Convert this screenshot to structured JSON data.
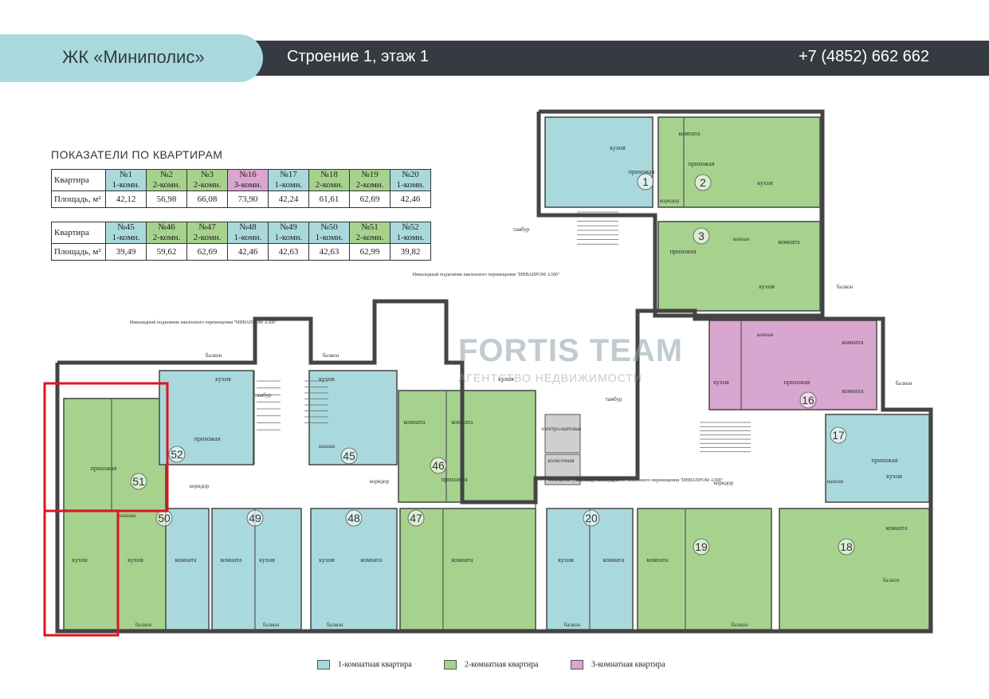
{
  "header": {
    "complex": "ЖК «Миниполис»",
    "building": "Строение 1, этаж 1",
    "phone": "+7 (4852) 662 662"
  },
  "table_title": "ПОКАЗАТЕЛИ ПО КВАРТИРАМ",
  "row_labels": {
    "apartment": "Квартира",
    "area": "Площадь, м²"
  },
  "table1": [
    {
      "num": "№1",
      "type": "1-комн.",
      "area": "42,12",
      "rooms": 1
    },
    {
      "num": "№2",
      "type": "2-комн.",
      "area": "56,98",
      "rooms": 2
    },
    {
      "num": "№3",
      "type": "2-комн.",
      "area": "66,08",
      "rooms": 2
    },
    {
      "num": "№16",
      "type": "3-комн.",
      "area": "73,90",
      "rooms": 3
    },
    {
      "num": "№17",
      "type": "1-комн.",
      "area": "42,24",
      "rooms": 1
    },
    {
      "num": "№18",
      "type": "2-комн.",
      "area": "61,61",
      "rooms": 2
    },
    {
      "num": "№19",
      "type": "2-комн.",
      "area": "62,69",
      "rooms": 2
    },
    {
      "num": "№20",
      "type": "1-комн.",
      "area": "42,46",
      "rooms": 1
    }
  ],
  "table2": [
    {
      "num": "№45",
      "type": "1-комн.",
      "area": "39,49",
      "rooms": 1
    },
    {
      "num": "№46",
      "type": "2-комн.",
      "area": "59,62",
      "rooms": 2
    },
    {
      "num": "№47",
      "type": "2-комн.",
      "area": "62,69",
      "rooms": 2
    },
    {
      "num": "№48",
      "type": "1-комн.",
      "area": "42,46",
      "rooms": 1
    },
    {
      "num": "№49",
      "type": "1-комн.",
      "area": "42,63",
      "rooms": 1
    },
    {
      "num": "№50",
      "type": "1-комн.",
      "area": "42,63",
      "rooms": 1
    },
    {
      "num": "№51",
      "type": "2-комн.",
      "area": "62,99",
      "rooms": 2
    },
    {
      "num": "№52",
      "type": "1-комн.",
      "area": "39,82",
      "rooms": 1
    }
  ],
  "colors": {
    "one_room": "#a9d9dc",
    "two_room": "#a6d28e",
    "three_room": "#d9a6cf",
    "highlight": "#e0141e"
  },
  "plan_labels": {
    "tambur": "тамбур",
    "koridor": "коридор",
    "lift": "Инвалидный подъемник наклонного перемещения \"ИНВАПРОМ А300\"",
    "elshch": "электро-щитовая",
    "kolyas": "колясочная",
    "uborka": "помещение уборочного инвентаря",
    "balkon": "балкон",
    "kukhnya": "кухня",
    "komnata": "комната",
    "prikhozhaya": "прихожая",
    "vannaya": "ванная"
  },
  "apartments": [
    {
      "n": "1"
    },
    {
      "n": "2"
    },
    {
      "n": "3"
    },
    {
      "n": "16"
    },
    {
      "n": "17"
    },
    {
      "n": "18"
    },
    {
      "n": "19"
    },
    {
      "n": "20"
    },
    {
      "n": "45"
    },
    {
      "n": "46"
    },
    {
      "n": "47"
    },
    {
      "n": "48"
    },
    {
      "n": "49"
    },
    {
      "n": "50"
    },
    {
      "n": "51"
    },
    {
      "n": "52"
    }
  ],
  "watermark": {
    "brand": "FORTIS TEAM",
    "sub": "АГЕНТСТВО НЕДВИЖИМОСТИ"
  },
  "legend": [
    {
      "label": "1-комнатная квартира",
      "rooms": 1
    },
    {
      "label": "2-комнатная квартира",
      "rooms": 2
    },
    {
      "label": "3-комнатная квартира",
      "rooms": 3
    }
  ]
}
